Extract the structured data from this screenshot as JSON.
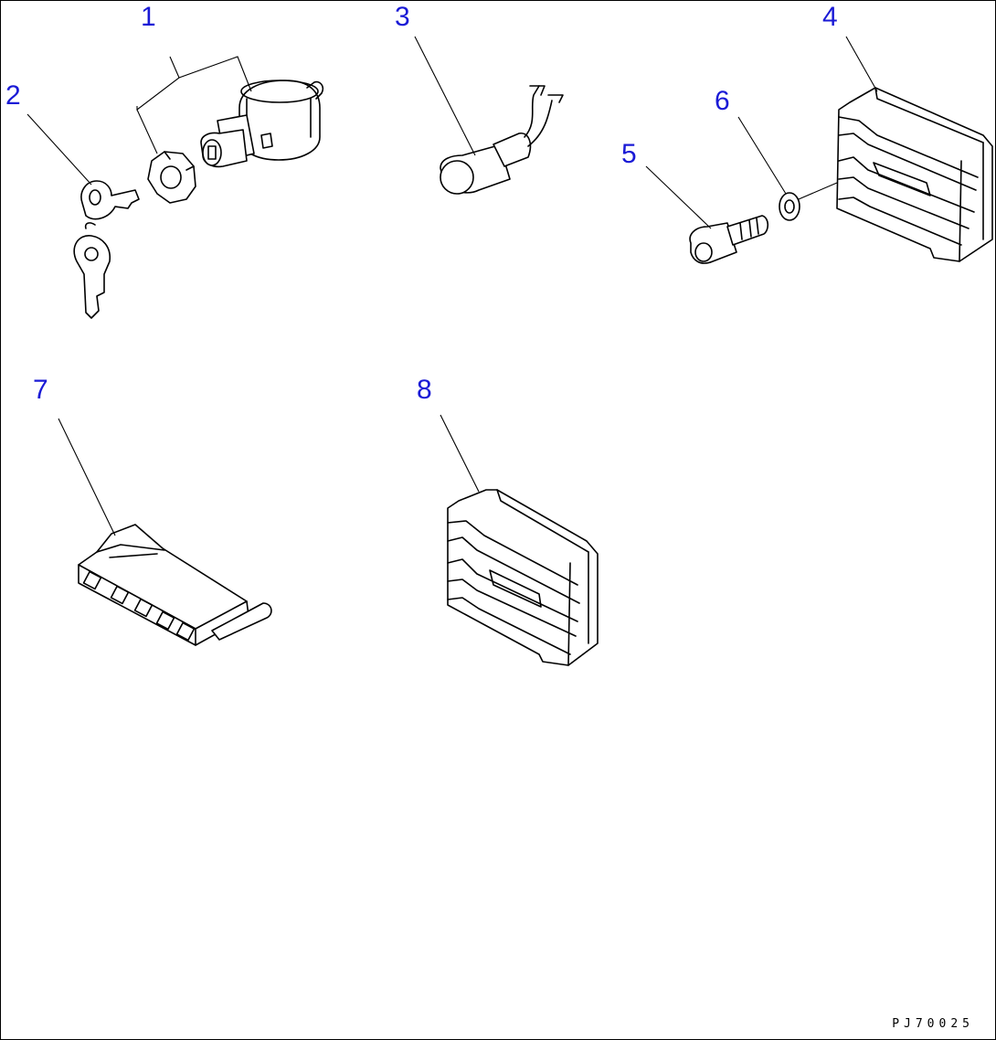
{
  "drawing_code": "PJ70025",
  "colors": {
    "callout": "#1a1ad6",
    "line": "#000000",
    "background": "#ffffff"
  },
  "callouts": [
    {
      "id": "1",
      "label": "1"
    },
    {
      "id": "2",
      "label": "2"
    },
    {
      "id": "3",
      "label": "3"
    },
    {
      "id": "4",
      "label": "4"
    },
    {
      "id": "5",
      "label": "5"
    },
    {
      "id": "6",
      "label": "6"
    },
    {
      "id": "7",
      "label": "7"
    },
    {
      "id": "8",
      "label": "8"
    }
  ]
}
